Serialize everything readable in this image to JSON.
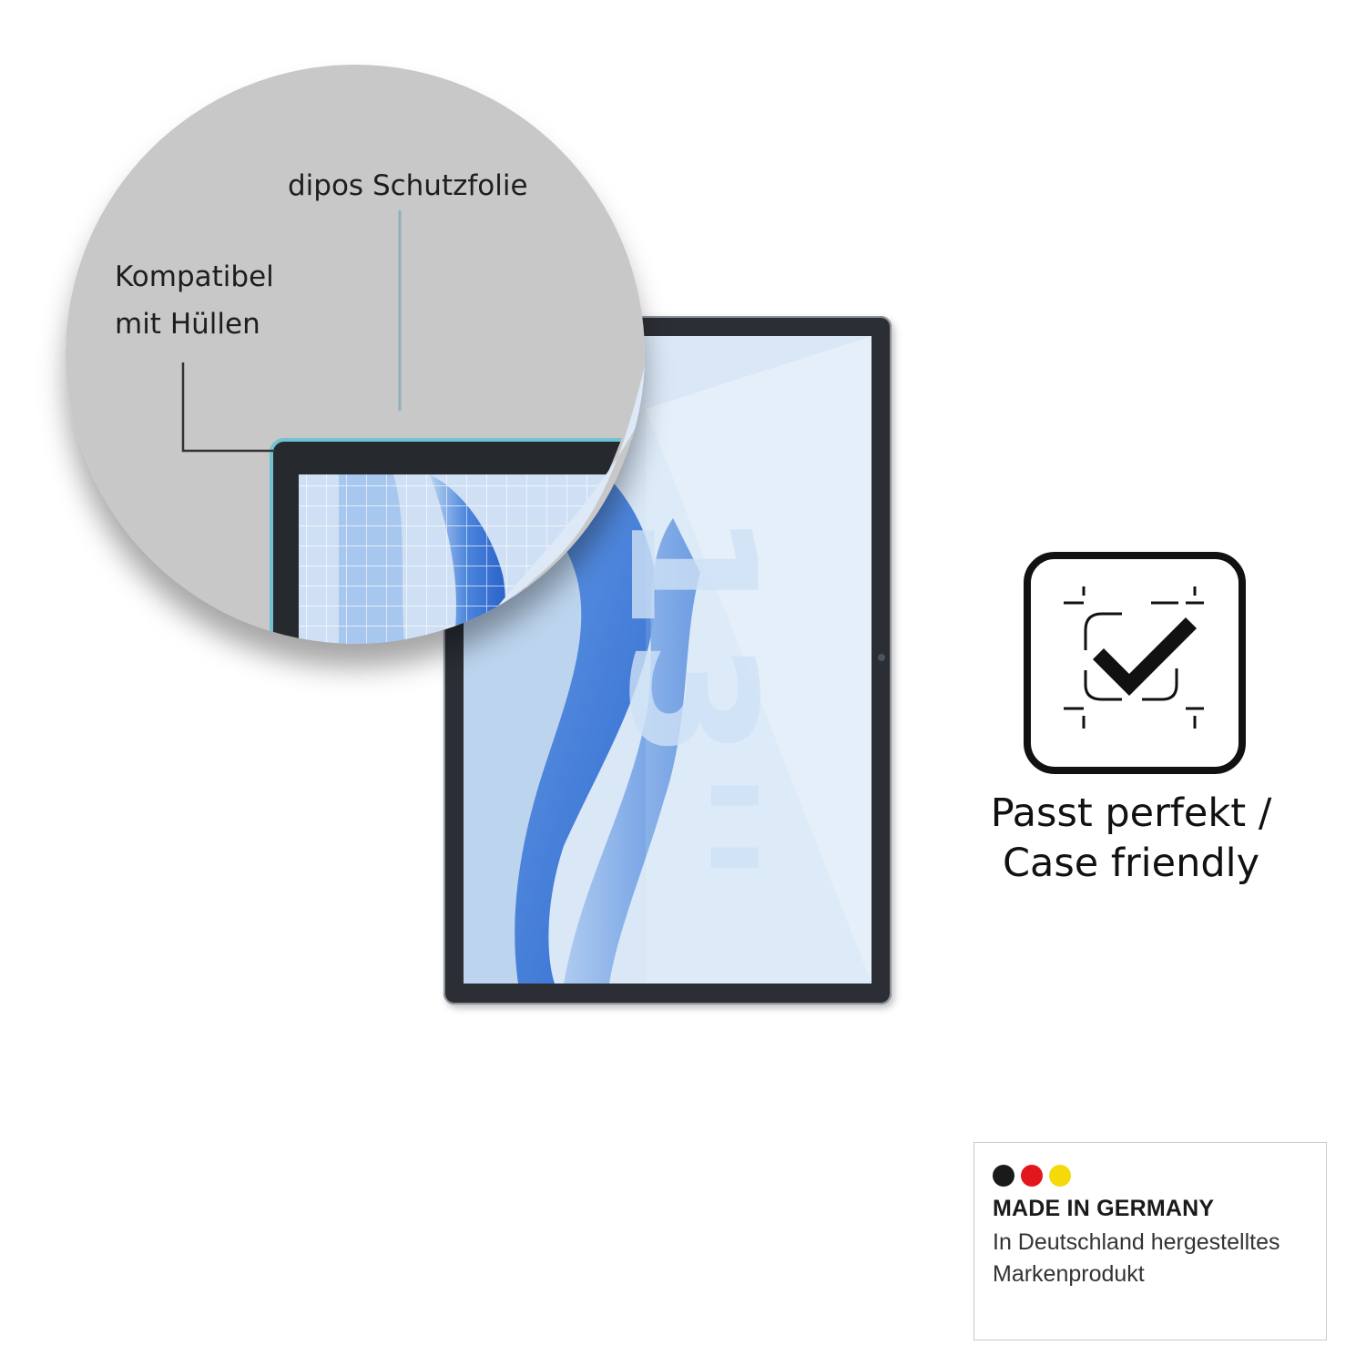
{
  "callouts": {
    "film_label": "dipos Schutzfolie",
    "case_line1": "Kompatibel",
    "case_line2": "mit Hüllen"
  },
  "tablet": {
    "size_label": "13''"
  },
  "fit_badge": {
    "icon": "check-in-frame-icon",
    "caption_line1": "Passt perfekt /",
    "caption_line2": "Case friendly"
  },
  "origin_badge": {
    "flag_colors": [
      "#1a1a1a",
      "#e3161b",
      "#f5d90a"
    ],
    "title": "MADE IN GERMANY",
    "line1": "In Deutschland hergestelltes",
    "line2": "Markenprodukt"
  },
  "colors": {
    "zoom_background": "#c8c8c8",
    "leader_line_blue": "#8fb0bd",
    "screen_blue": "#3a78d6"
  }
}
